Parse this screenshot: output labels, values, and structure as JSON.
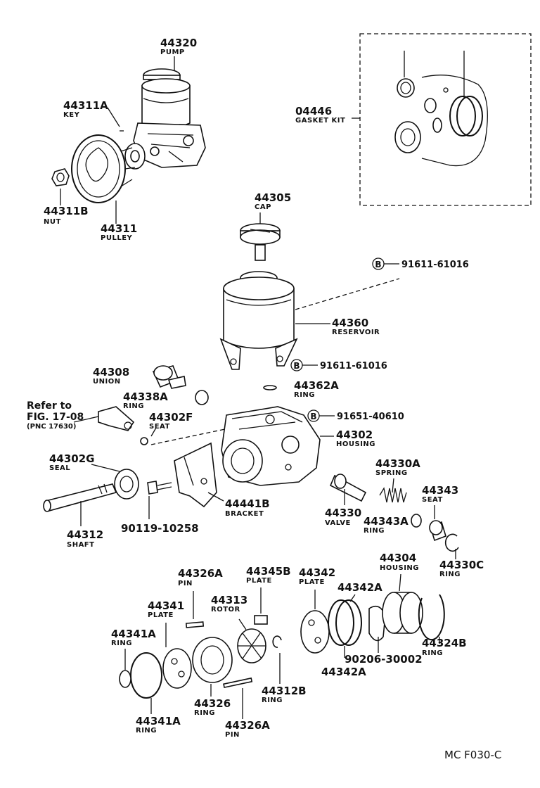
{
  "parts": {
    "p44320": {
      "number": "44320",
      "name": "PUMP"
    },
    "p44311A": {
      "number": "44311A",
      "name": "KEY"
    },
    "p44311B": {
      "number": "44311B",
      "name": "NUT"
    },
    "p44311": {
      "number": "44311",
      "name": "PULLEY"
    },
    "p04446": {
      "number": "04446",
      "name": "GASKET KIT"
    },
    "p44305": {
      "number": "44305",
      "name": "CAP"
    },
    "p44360": {
      "number": "44360",
      "name": "RESERVOIR"
    },
    "p44308": {
      "number": "44308",
      "name": "UNION"
    },
    "p44338A": {
      "number": "44338A",
      "name": "RING"
    },
    "p44362A": {
      "number": "44362A",
      "name": "RING"
    },
    "p44302F": {
      "number": "44302F",
      "name": "SEAT"
    },
    "p44302": {
      "number": "44302",
      "name": "HOUSING"
    },
    "p44302G": {
      "number": "44302G",
      "name": "SEAL"
    },
    "p44330A": {
      "number": "44330A",
      "name": "SPRING"
    },
    "p44343": {
      "number": "44343",
      "name": "SEAT"
    },
    "p44441B": {
      "number": "44441B",
      "name": "BRACKET"
    },
    "p44330": {
      "number": "44330",
      "name": "VALVE"
    },
    "p44343A": {
      "number": "44343A",
      "name": "RING"
    },
    "p44312": {
      "number": "44312",
      "name": "SHAFT"
    },
    "p44330C": {
      "number": "44330C",
      "name": "RING"
    },
    "p44326A_top": {
      "number": "44326A",
      "name": "PIN"
    },
    "p44345B": {
      "number": "44345B",
      "name": "PLATE"
    },
    "p44342": {
      "number": "44342",
      "name": "PLATE"
    },
    "p44304": {
      "number": "44304",
      "name": "HOUSING"
    },
    "p44341": {
      "number": "44341",
      "name": "PLATE"
    },
    "p44313": {
      "number": "44313",
      "name": "ROTOR"
    },
    "p44341A_top": {
      "number": "44341A",
      "name": "RING"
    },
    "p44324B": {
      "number": "44324B",
      "name": "RING"
    },
    "p44326": {
      "number": "44326",
      "name": "RING"
    },
    "p44312B": {
      "number": "44312B",
      "name": "RING"
    },
    "p44341A_bot": {
      "number": "44341A",
      "name": "RING"
    },
    "p44326A_bot": {
      "number": "44326A",
      "name": "PIN"
    }
  },
  "plain_numbers": {
    "n44342A_top": "44342A",
    "n44342A_bot": "44342A",
    "n90206": "90206-30002",
    "n90119": "90119-10258"
  },
  "bolt_refs": {
    "b1": {
      "letter": "B",
      "number": "91611-61016"
    },
    "b2": {
      "letter": "B",
      "number": "91611-61016"
    },
    "b3": {
      "letter": "B",
      "number": "91651-40610"
    }
  },
  "refer": {
    "line1": "Refer to",
    "line2": "FIG. 17-08",
    "line3": "(PNC 17630)"
  },
  "figure_code": "MC  F030-C"
}
